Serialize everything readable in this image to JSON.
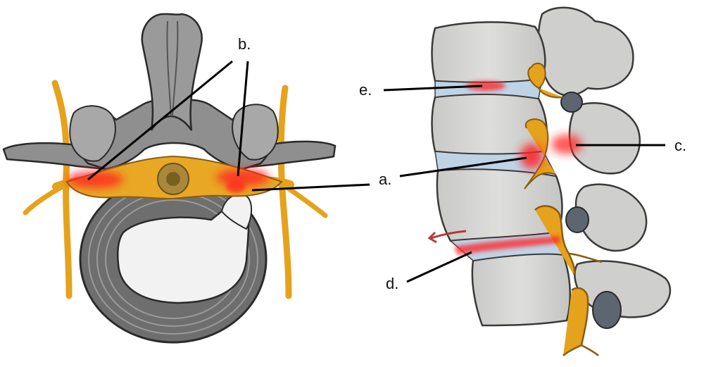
{
  "labels": {
    "a": "a.",
    "b": "b.",
    "c": "c.",
    "d": "d.",
    "e": "e."
  },
  "colors": {
    "bone": "#8f8f8f",
    "bone_dark": "#3a3a3a",
    "vertebra_light": "#d6d6d4",
    "disc": "#bfd3e6",
    "nerve": "#e5a21c",
    "inflammation": "#ff2020",
    "annulus": "#6e6e6e",
    "nucleus": "#f2f2f2",
    "facet_dark": "#5d6670"
  }
}
